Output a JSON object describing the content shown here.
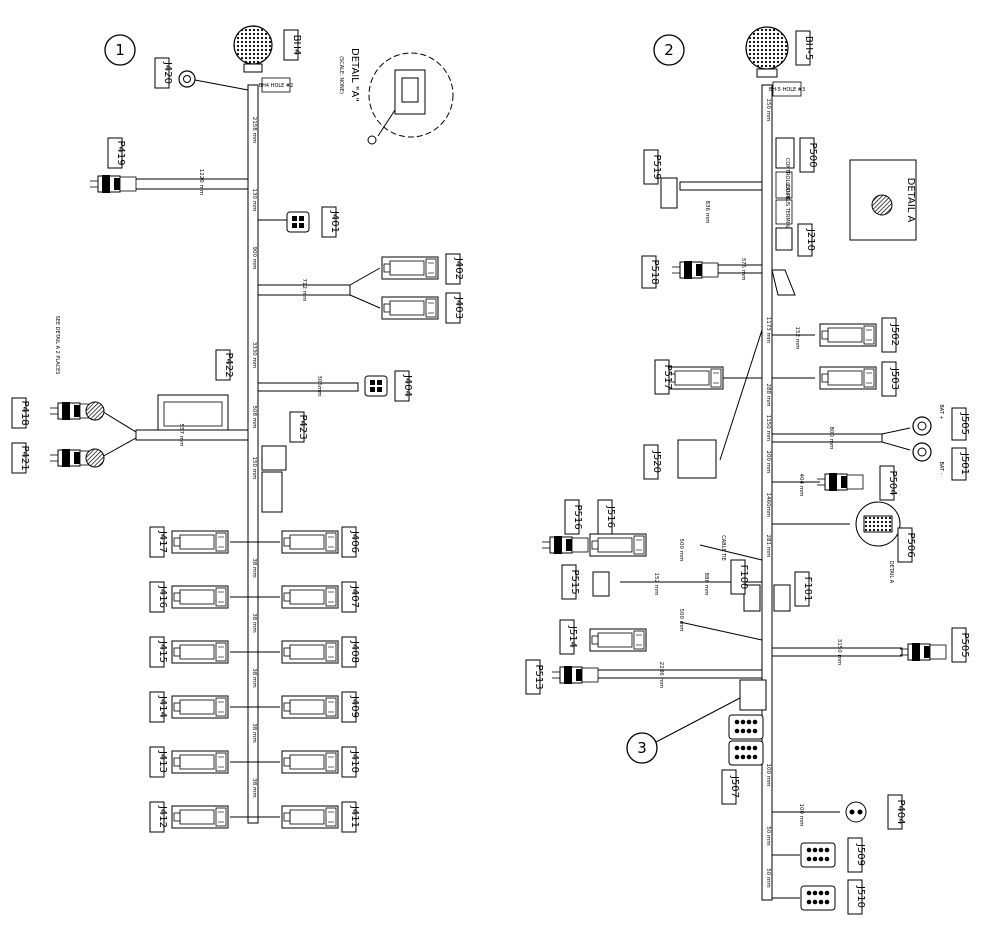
{
  "callouts": {
    "c1": "1",
    "c2": "2",
    "c3": "3"
  },
  "harness1": {
    "connectors": {
      "bh4": "BH4",
      "j420": "J420",
      "p419": "P419",
      "j401": "J401",
      "j402": "J402",
      "j403": "J403",
      "j404": "J404",
      "p422": "P422",
      "p423": "P423",
      "p418": "P418",
      "p421": "P421",
      "j406": "J406",
      "j407": "J407",
      "j408": "J408",
      "j409": "J409",
      "j410": "J410",
      "j411": "J411",
      "j417": "J417",
      "j416": "J416",
      "j415": "J415",
      "j414": "J414",
      "j413": "J413",
      "j412": "J412"
    },
    "dims": {
      "d2158": "2158 mm",
      "d1220": "1220 mm",
      "d130": "130 mm",
      "d900": "900 mm",
      "d712": "712 mm",
      "d3330": "3330 mm",
      "d305": "305mm",
      "d508": "508 mm",
      "d557": "557 mm",
      "d150": "150 mm",
      "d38a": "38 mm",
      "d38b": "38 mm",
      "d38c": "38 mm",
      "d38d": "38 mm",
      "d38e": "38 mm"
    },
    "notes": {
      "hole": "BH4 HOLE #2",
      "see_detail": "SEE DETAIL A 2 PLACES",
      "detail_title": "DETAIL \"A\"",
      "detail_scale": "(SCALE: NONE)"
    }
  },
  "harness2": {
    "connectors": {
      "bh5": "BH-5",
      "p500": "P500",
      "p519": "P519",
      "j210": "J210",
      "p518": "P518",
      "j502": "J502",
      "j503": "J503",
      "p517": "P517",
      "j505": "J505",
      "j501": "J501",
      "j520": "J520",
      "p504": "P504",
      "p506": "P506",
      "p516": "P516",
      "j516": "J516",
      "p515": "P515",
      "f100": "F100",
      "f101": "F101",
      "j514": "J514",
      "p505": "P505",
      "p513": "P513",
      "j507": "J507",
      "p404": "P404",
      "j509": "J509",
      "j510": "J510"
    },
    "dims": {
      "d150": "150 mm",
      "d836": "836 mm",
      "d376": "376 mm",
      "d152a": "152 mm",
      "d1173": "1173 mm",
      "d288": "288 mm",
      "d1150": "1150 mm",
      "d800": "800 mm",
      "d200": "200 mm",
      "d404": "404 mm",
      "d1460": "1460mm",
      "d281": "281 mm",
      "d500a": "500 mm",
      "d886": "886 mm",
      "d152b": "152 mm",
      "d500b": "500 mm",
      "d3150": "3150 mm",
      "d2286": "2286 mm",
      "d100a": "100 mm",
      "d100b": "100 mm",
      "d50a": "50 mm",
      "d50b": "50 mm"
    },
    "notes": {
      "hole": "BH-5 HOLE #3",
      "cable_tie": "CABLE TIE",
      "detail_a": "DETAIL A",
      "detail_box": "DETAIL A",
      "controlled_power": "CONTROLLED POWER",
      "can_bus": "CAN BUS TERMINATOR",
      "bat_plus": "BAT +",
      "bat_minus": "BAT -"
    }
  }
}
